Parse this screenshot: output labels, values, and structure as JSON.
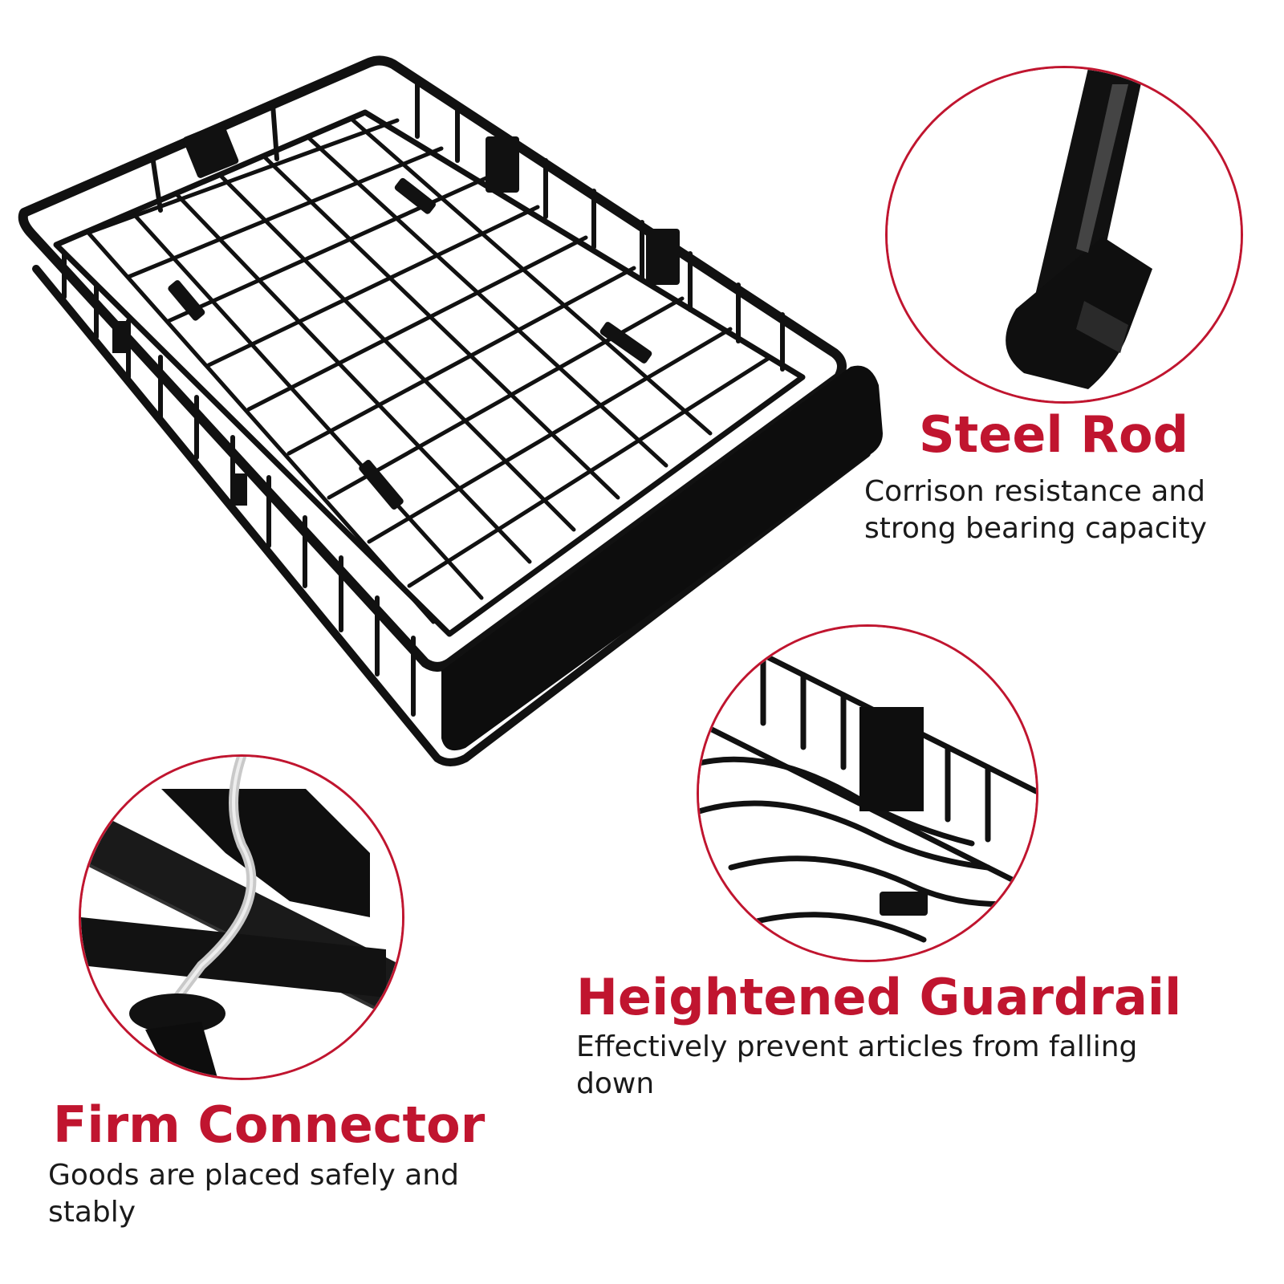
{
  "features": [
    {
      "title": "Steel Rod",
      "description": "Corrison resistance and strong bearing capacity"
    },
    {
      "title": "Heightened Guardrail",
      "description": "Effectively prevent articles from falling down"
    },
    {
      "title": "Firm Connector",
      "description": "Goods are placed safely and stably"
    }
  ],
  "colors": {
    "accent": "#c0152f",
    "product": "#111111",
    "text": "#1a1a1a"
  },
  "images": {
    "main": "roof-cargo-basket",
    "detail_1": "steel-rod-closeup",
    "detail_2": "guardrail-closeup",
    "detail_3": "connector-closeup"
  }
}
